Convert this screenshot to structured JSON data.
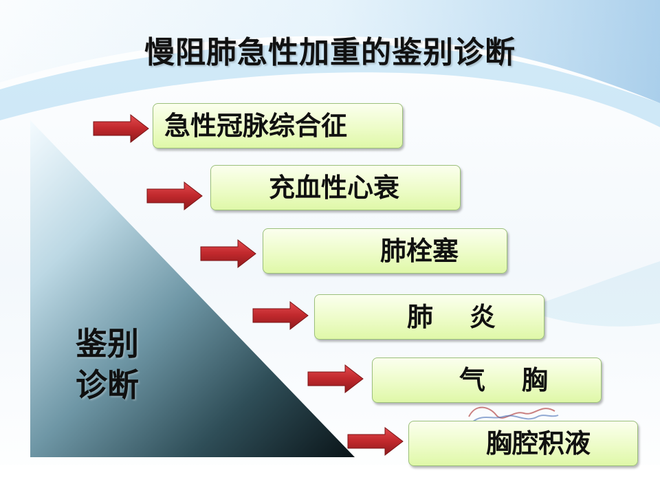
{
  "slide": {
    "title": "慢阻肺急性加重的鉴别诊断",
    "side_label": [
      "鉴别",
      "诊断"
    ],
    "items": [
      {
        "label": "急性冠脉综合征"
      },
      {
        "label": "充血性心衰"
      },
      {
        "label": "肺栓塞"
      },
      {
        "label": "肺    炎"
      },
      {
        "label": "气    胸"
      },
      {
        "label": "胸腔积液"
      }
    ]
  },
  "colors": {
    "arrow_red": "#c0282c",
    "box_green": "#e8fbbf",
    "triangle_dark": "#0a1418",
    "wave_blue": "#5fb3e6"
  }
}
